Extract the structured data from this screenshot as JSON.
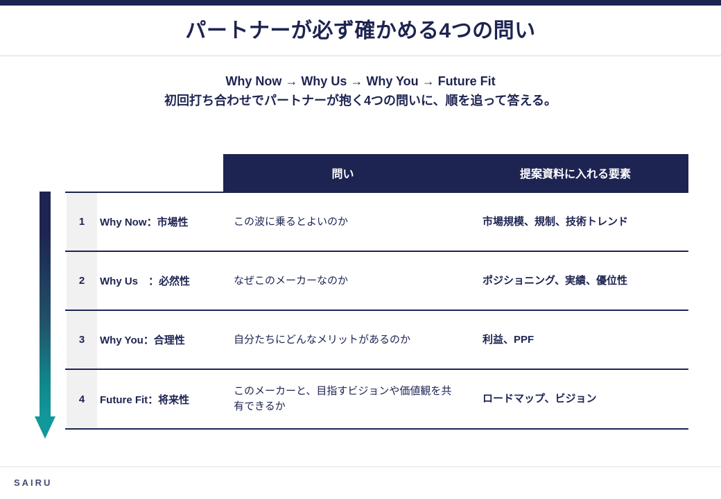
{
  "slide": {
    "title": "パートナーが必ず確かめる4つの問い",
    "subtitle_line1": "Why Now → Why Us → Why You → Future Fit",
    "subtitle_line2": "初回打ち合わせでパートナーが抱く4つの問いに、順を追って答える。"
  },
  "colors": {
    "navy": "#1d2451",
    "teal": "#12989b",
    "gray_band": "#f1f1f1",
    "white": "#ffffff"
  },
  "table": {
    "headers": {
      "number": "",
      "label": "",
      "question": "問い",
      "element": "提案資料に入れる要素"
    },
    "rows": [
      {
        "number": "1",
        "label": "Why Now：市場性",
        "question": "この波に乗るとよいのか",
        "element": "市場規模、規制、技術トレンド"
      },
      {
        "number": "2",
        "label": "Why Us　：必然性",
        "question": "なぜこのメーカーなのか",
        "element": "ポジショニング、実績、優位性"
      },
      {
        "number": "3",
        "label": "Why You：合理性",
        "question": "自分たちにどんなメリットがあるのか",
        "element": "利益、PPF"
      },
      {
        "number": "4",
        "label": "Future Fit：将来性",
        "question": "このメーカーと、目指すビジョンや価値観を共有できるか",
        "element": "ロードマップ、ビジョン"
      }
    ]
  },
  "footer": {
    "logo": "SAIRU"
  }
}
